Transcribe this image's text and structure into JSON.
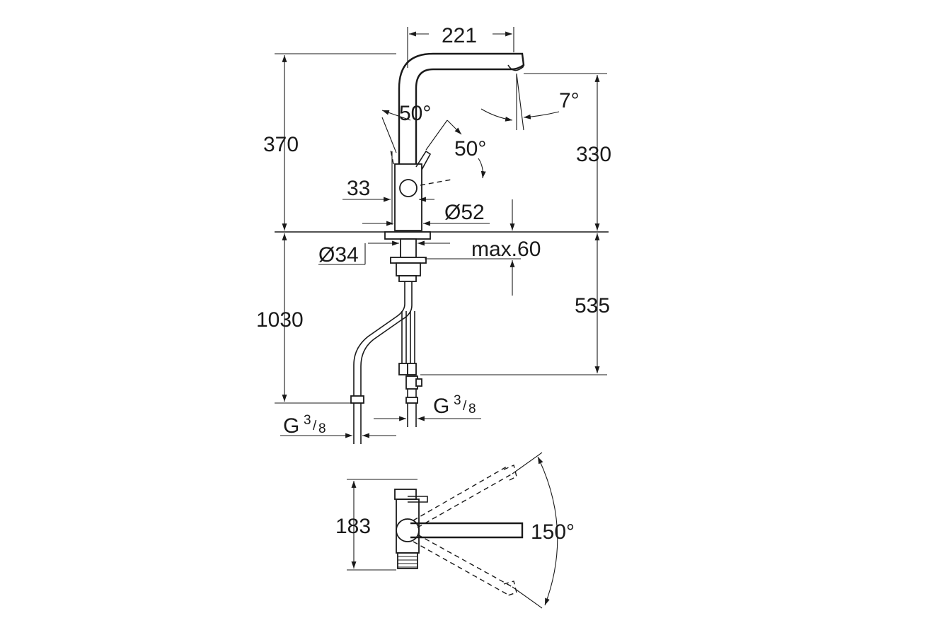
{
  "dimensions": {
    "spout_reach": "221",
    "total_height": "370",
    "outlet_height": "330",
    "spout_tilt": "7°",
    "lever_angle_left": "50°",
    "lever_angle_right": "50°",
    "lever_offset": "33",
    "body_diameter": "Ø52",
    "shank_diameter": "Ø34",
    "max_deck_thickness": "max.60",
    "hose_length": "1030",
    "below_deck_length": "535",
    "connection_left_main": "G",
    "connection_left_num": "3",
    "connection_left_den": "8",
    "connection_right_main": "G",
    "connection_right_num": "3",
    "connection_right_den": "8",
    "plan_depth": "183",
    "swivel_angle": "150°"
  }
}
